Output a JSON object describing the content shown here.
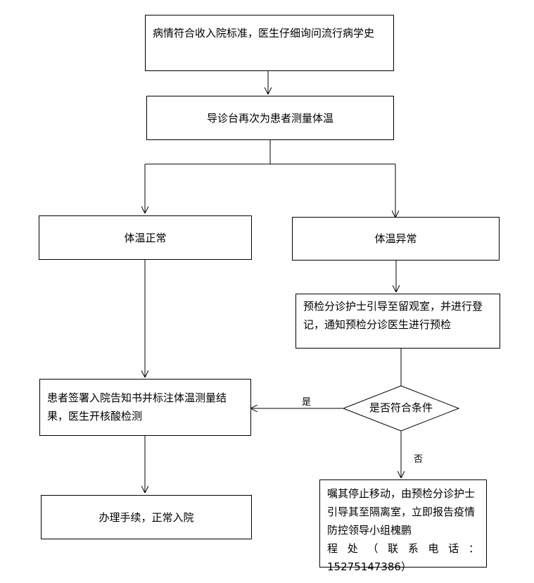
{
  "nodes": {
    "admission_check": "病情符合收入院标准，医生仔细询问流行病学史",
    "measure_temp": "导诊台再次为患者测量体温",
    "temp_normal": "体温正常",
    "temp_abnormal": "体温异常",
    "observation_room": "预检分诊护士引导至留观室，并进行登记，通知预检分诊医生进行预检",
    "sign_notice": "患者签署入院告知书并标注体温测量结果，医生开核酸检测",
    "normal_admission": "办理手续，正常入院",
    "condition_check": "是否符合条件",
    "isolation_line1": "嘱其停止移动，由预检分诊护士引导其至隔离室，立即报告疫情防控领导小组槐鹏",
    "isolation_line2": "程处（联系电话：",
    "isolation_line3": "15275147386）"
  },
  "edge_labels": {
    "yes": "是",
    "no": "否"
  }
}
